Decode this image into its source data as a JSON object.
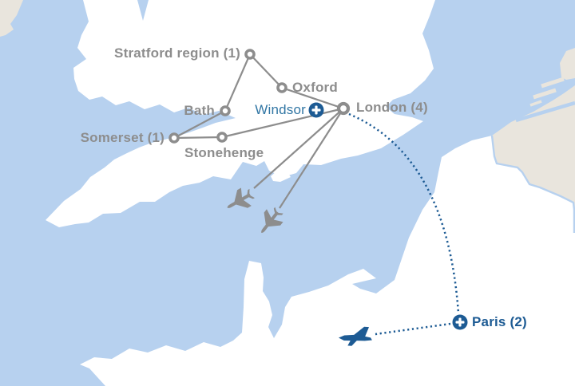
{
  "colors": {
    "sea": "#b7d1ef",
    "land": "#ffffff",
    "neighbor_land": "#e9e5dd",
    "route_gray": "#8d8d8d",
    "flight_blue": "#1d5b94",
    "windsor_blue": "#3176a4"
  },
  "icons": {
    "windsor_marker": "plus-circle-icon",
    "paris_marker": "plus-circle-icon",
    "stop_marker": "ring-circle-icon",
    "flight": "airplane-icon"
  },
  "locations": {
    "stratford": {
      "label": "Stratford region (1)"
    },
    "oxford": {
      "label": "Oxford"
    },
    "bath": {
      "label": "Bath"
    },
    "windsor": {
      "label": "Windsor"
    },
    "london": {
      "label": "London (4)"
    },
    "somerset": {
      "label": "Somerset (1)"
    },
    "stonehenge": {
      "label": "Stonehenge"
    },
    "paris": {
      "label": "Paris (2)"
    }
  },
  "routes": {
    "ground_legs": [
      "Stratford region – Oxford",
      "Stratford region – Bath",
      "Oxford – London",
      "Bath – Somerset",
      "Somerset – Stonehenge",
      "Stonehenge – London"
    ],
    "flight_legs": [
      "London – flight southwest 1",
      "London – flight southwest 2",
      "London – Paris",
      "Paris – flight west"
    ]
  }
}
